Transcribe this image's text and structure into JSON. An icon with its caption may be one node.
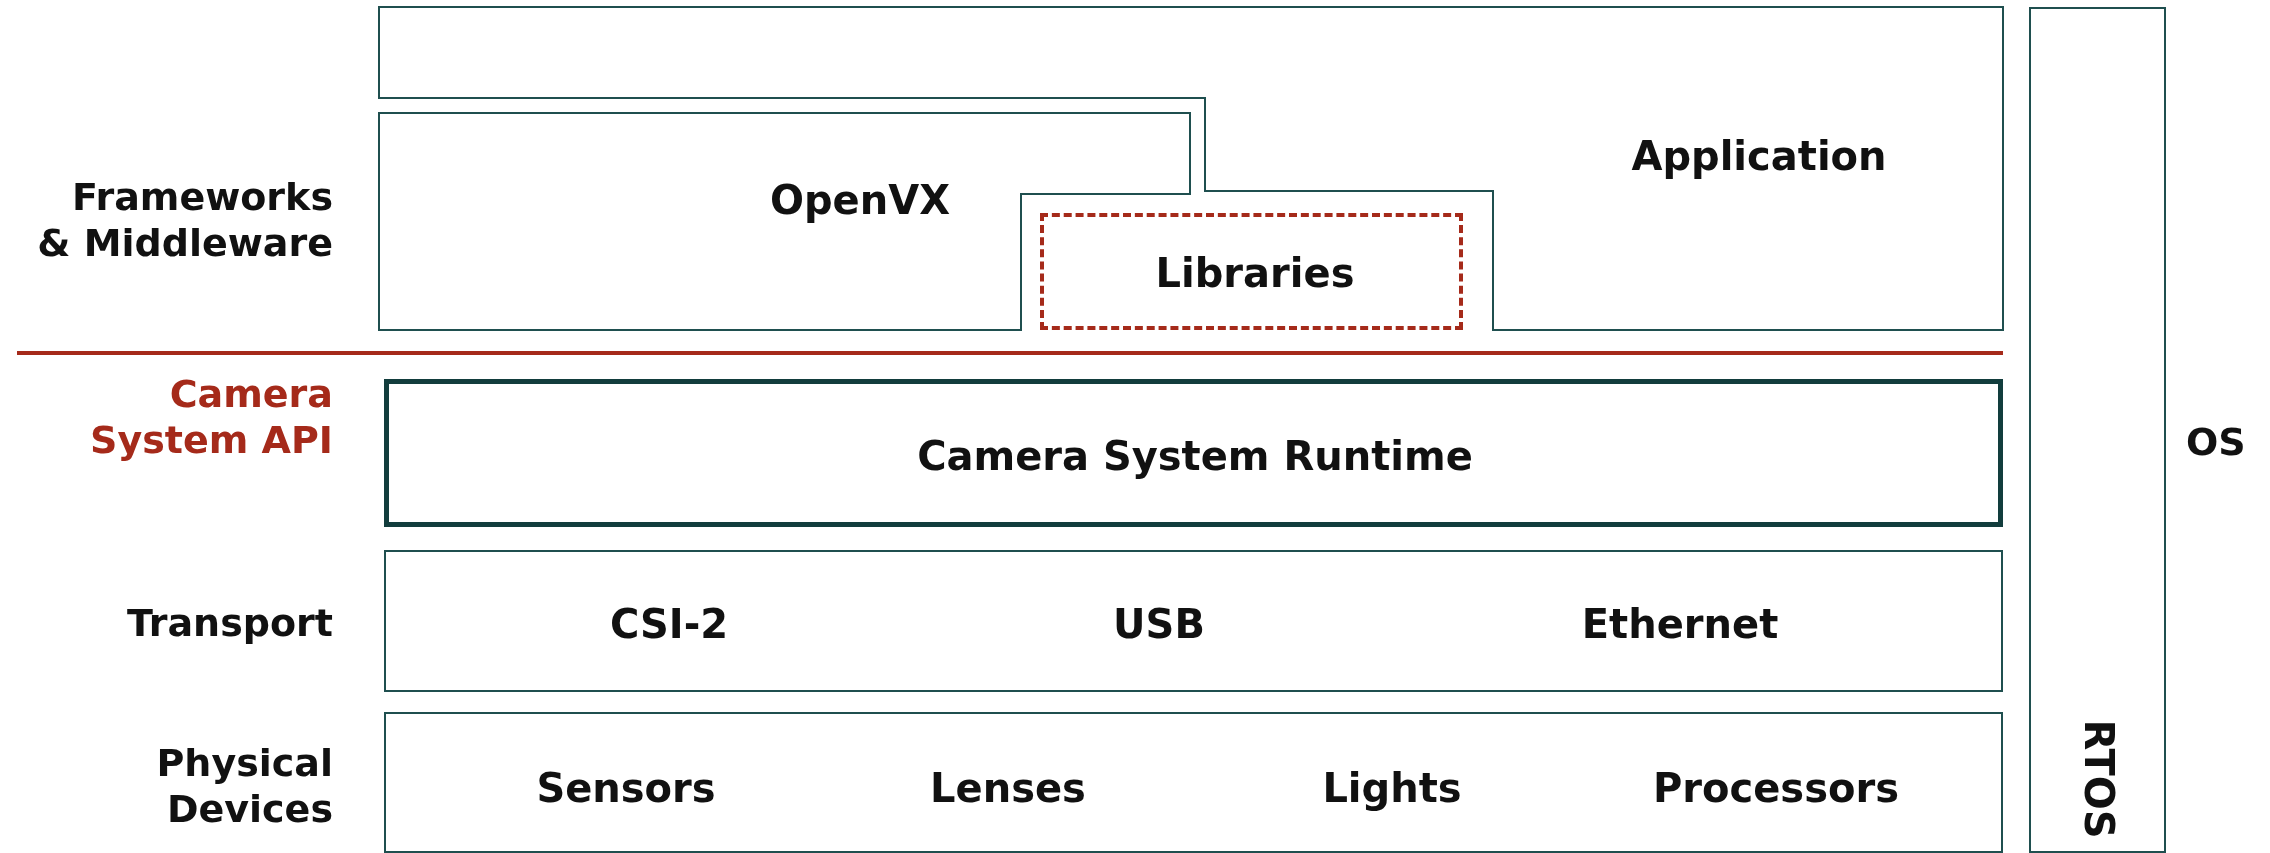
{
  "diagram": {
    "nodes": [
      {
        "text": [
          "Application"
        ]
      },
      {
        "text": [
          "OpenVX"
        ]
      },
      {
        "text": [
          "Libraries"
        ]
      },
      {
        "text": [
          "Camera System Runtime"
        ]
      },
      {
        "text": [
          "CSI-2",
          "USB",
          "Ethernet"
        ]
      },
      {
        "text": [
          "Sensors",
          "Lenses",
          "Lights",
          "Processors"
        ]
      },
      {
        "text": [
          "RTOS"
        ]
      }
    ],
    "labels": [
      "Frameworks & Middleware",
      "Camera System API",
      "Transport",
      "Physical Devices",
      "OS"
    ]
  }
}
